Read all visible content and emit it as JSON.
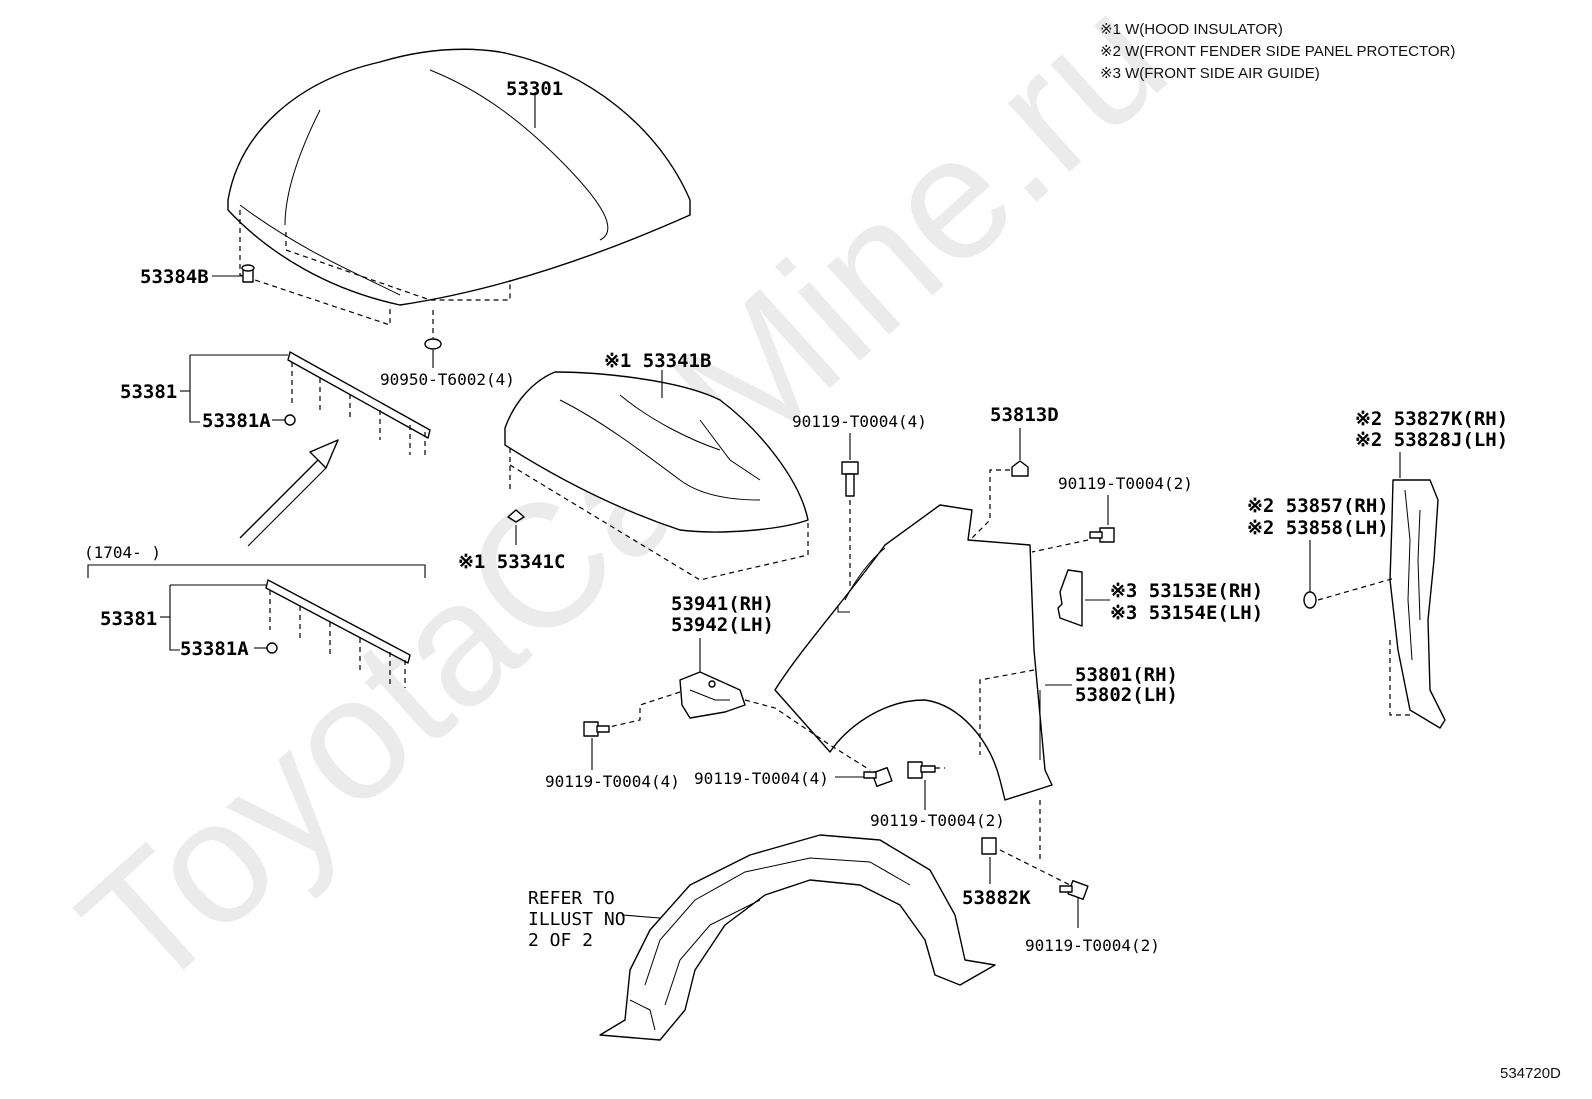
{
  "legend": [
    "※1 W(HOOD INSULATOR)",
    "※2 W(FRONT FENDER SIDE PANEL PROTECTOR)",
    "※3 W(FRONT SIDE AIR GUIDE)"
  ],
  "watermark": "ToyotaCarMine.ru",
  "illustration_id": "534720D",
  "date_note": "(1704-      )",
  "callouts": {
    "hood": "53301",
    "hood_stopper": "53384B",
    "hood_clip": "90950-T6002(4)",
    "hood_insulator": "※1 53341B",
    "insulator_retainer": "※1 53341C",
    "seal_upper": "53381",
    "seal_upper_clip": "53381A",
    "seal_lower": "53381",
    "seal_lower_clip": "53381A",
    "bolt_fender_top": "90119-T0004(4)",
    "fender_cushion": "53813D",
    "bolt_fender_right": "90119-T0004(2)",
    "protector_rh": "※2 53827K(RH)",
    "protector_lh": "※2 53828J(LH)",
    "clip_rh": "※2 53857(RH)",
    "clip_lh": "※2 53858(LH)",
    "air_guide_rh": "※3 53153E(RH)",
    "air_guide_lh": "※3 53154E(LH)",
    "bracket_rh": "53941(RH)",
    "bracket_lh": "53942(LH)",
    "fender_rh": "53801(RH)",
    "fender_lh": "53802(LH)",
    "bolt_bracket": "90119-T0004(4)",
    "bolt_fender_front": "90119-T0004(4)",
    "bolt_fender_lower": "90119-T0004(2)",
    "seal_pad": "53882K",
    "bolt_bottom": "90119-T0004(2)",
    "refer_line1": "REFER TO",
    "refer_line2": "ILLUST NO",
    "refer_line3": "2 OF 2"
  }
}
